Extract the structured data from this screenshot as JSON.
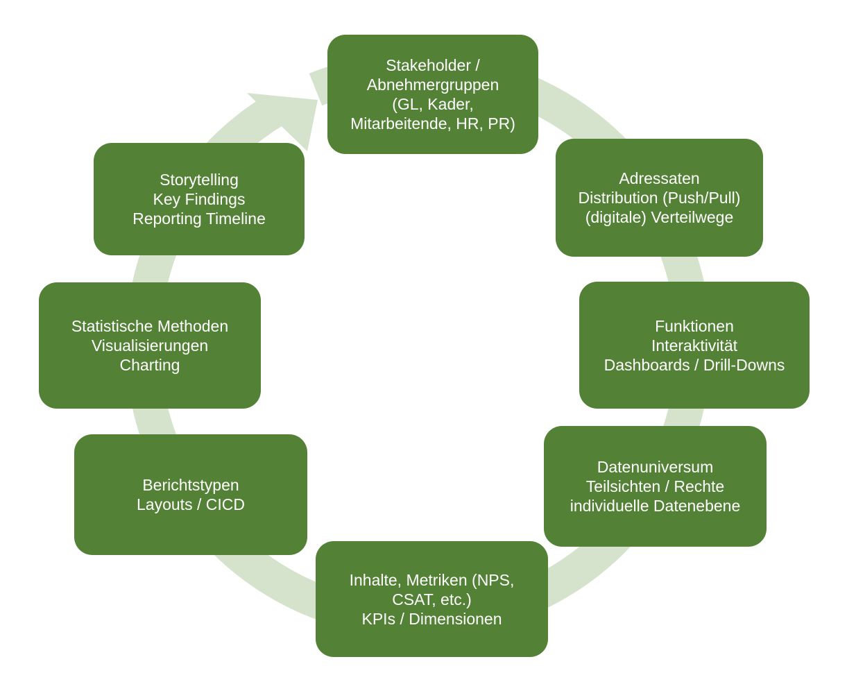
{
  "colors": {
    "node_fill": "#538135",
    "node_text": "#ffffff",
    "ring": "#d5e3cc",
    "background": "#ffffff"
  },
  "nodes": [
    {
      "lines": [
        "Stakeholder /",
        "Abnehmergruppen",
        "(GL, Kader,",
        "Mitarbeitende, HR, PR)"
      ]
    },
    {
      "lines": [
        "Adressaten",
        "Distribution (Push/Pull)",
        "(digitale) Verteilwege"
      ]
    },
    {
      "lines": [
        "Funktionen",
        "Interaktivität",
        "Dashboards / Drill-Downs"
      ]
    },
    {
      "lines": [
        "Datenuniversum",
        "Teilsichten / Rechte",
        "individuelle Datenebene"
      ]
    },
    {
      "lines": [
        "Inhalte, Metriken (NPS,",
        "CSAT, etc.)",
        "KPIs / Dimensionen"
      ]
    },
    {
      "lines": [
        "Berichtstypen",
        "Layouts / CICD"
      ]
    },
    {
      "lines": [
        "Statistische Methoden",
        "Visualisierungen",
        "Charting"
      ]
    },
    {
      "lines": [
        "Storytelling",
        "Key Findings",
        "Reporting Timeline"
      ]
    }
  ]
}
